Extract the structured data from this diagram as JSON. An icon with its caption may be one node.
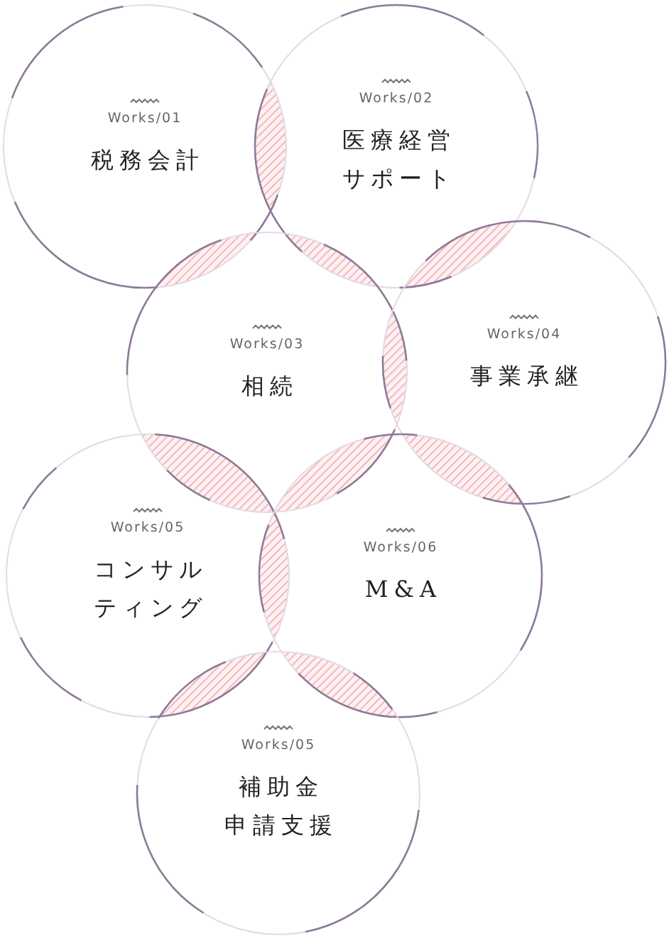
{
  "diagram": {
    "nodes": [
      {
        "text": [
          "Works/01",
          "税務会計"
        ]
      },
      {
        "text": [
          "Works/02",
          "医療経営サポート"
        ]
      },
      {
        "text": [
          "Works/03",
          "相続"
        ]
      },
      {
        "text": [
          "Works/04",
          "事業承継"
        ]
      },
      {
        "text": [
          "Works/05",
          "コンサルティング"
        ]
      },
      {
        "text": [
          "Works/06",
          "M&A"
        ]
      },
      {
        "text": [
          "Works/05",
          "補助金申請支援"
        ]
      }
    ]
  }
}
